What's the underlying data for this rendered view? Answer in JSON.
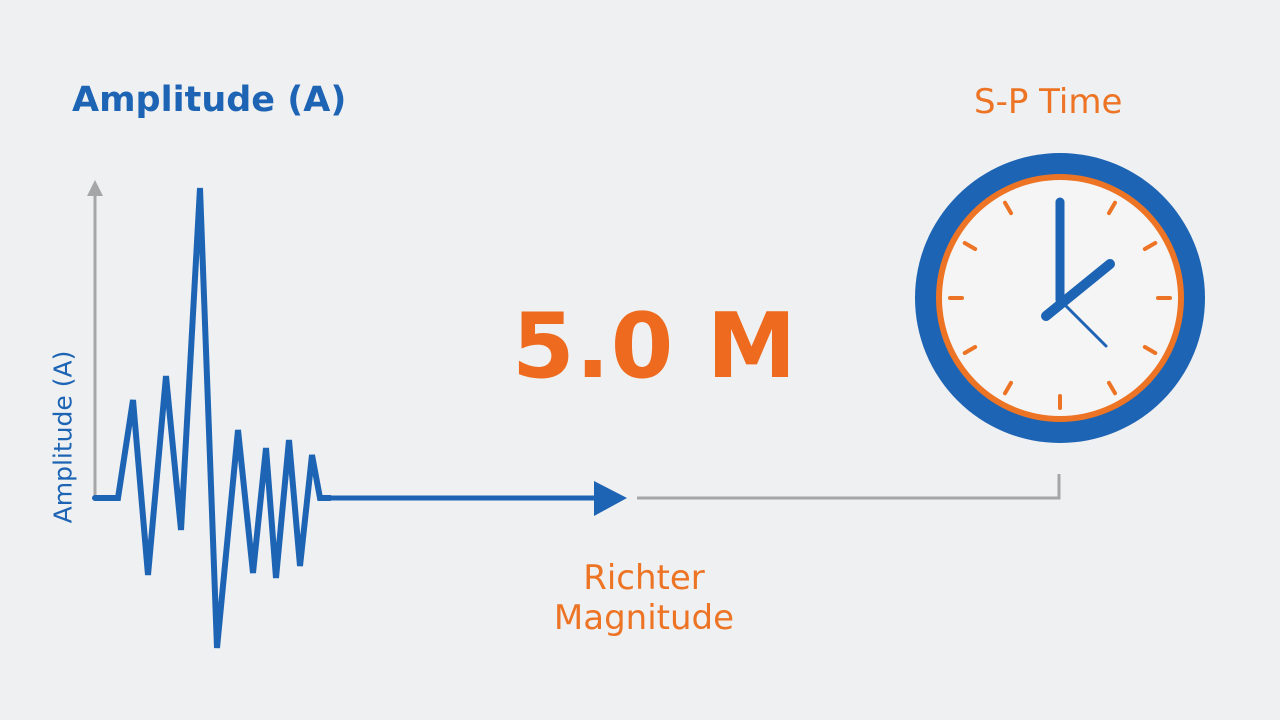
{
  "amplitude_title": "Amplitude (A)",
  "amplitude_axis_label": "Amplitude (A)",
  "sp_time_title": "S-P Time",
  "magnitude_value": "5.0 M",
  "richter_label": "Richter\nMagnitude",
  "colors": {
    "background": "#eff0f2",
    "blue": "#1e64b4",
    "orange": "#ec7424",
    "gray": "#a6a6a6",
    "clock_face": "#f5f5f5"
  },
  "icons": {
    "clock": "clock-icon",
    "arrow": "arrow-right-icon"
  }
}
